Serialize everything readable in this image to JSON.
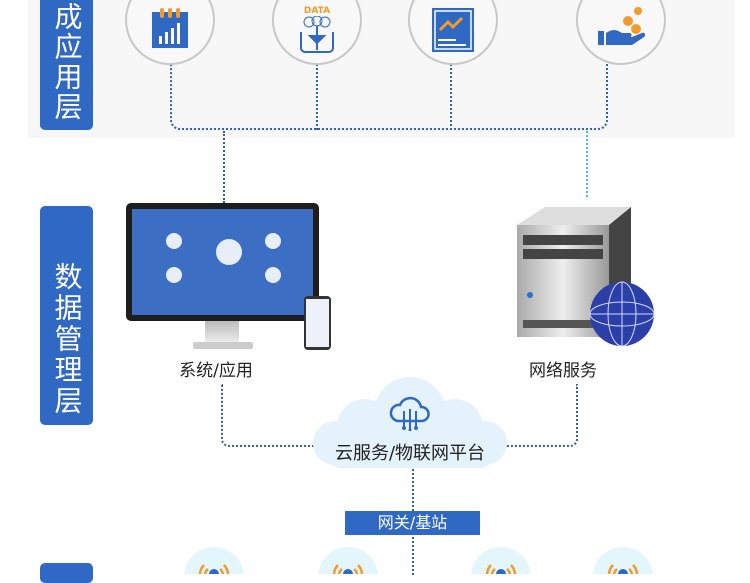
{
  "layers": {
    "top_label": "成应用层",
    "middle_label": "数据管理层"
  },
  "app_icons": [
    "chart-calendar-icon",
    "data-flow-icon",
    "report-trend-icon",
    "hand-coins-icon"
  ],
  "data_badge": "DATA",
  "nodes": {
    "system": "系统/应用",
    "network": "网络服务",
    "cloud": "云服务/物联网平台",
    "gateway": "网关/基站"
  },
  "colors": {
    "primary": "#2f69c3",
    "accent": "#f39a2b",
    "cloud": "#e4f3fb"
  }
}
